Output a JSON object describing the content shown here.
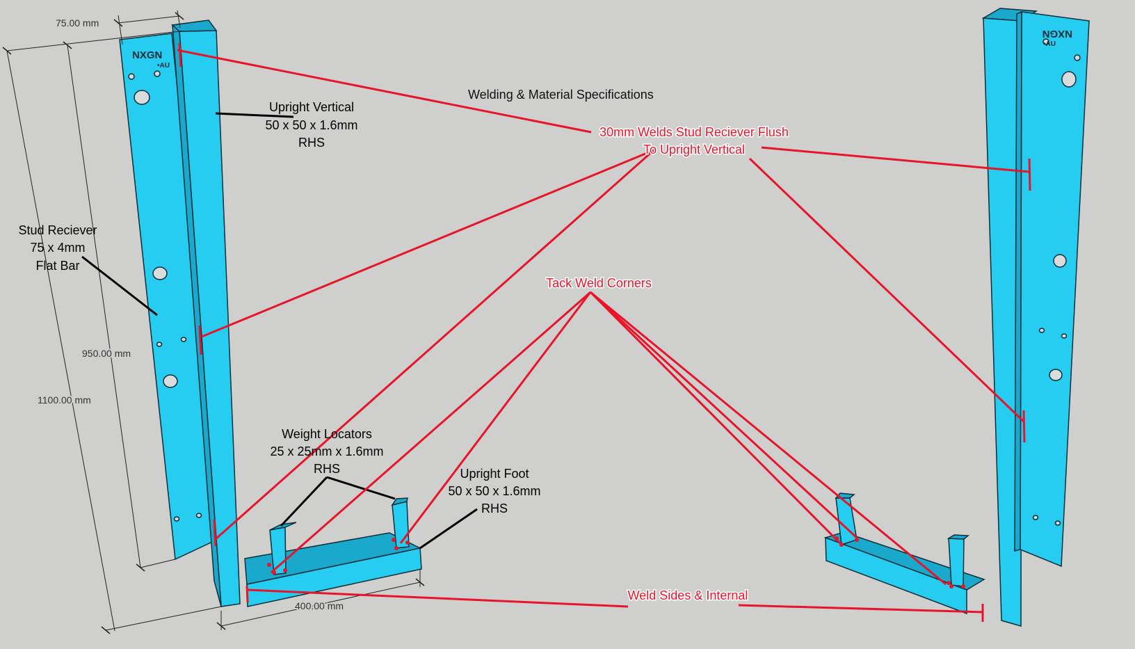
{
  "title": "Welding & Material Specifications",
  "labels": {
    "upright_vertical": [
      "Upright Vertical",
      "50 x 50 x 1.6mm",
      "RHS"
    ],
    "stud_reciever": [
      "Stud Reciever",
      "75 x 4mm",
      "Flat Bar"
    ],
    "weight_locators": [
      "Weight Locators",
      "25 x 25mm x 1.6mm",
      "RHS"
    ],
    "upright_foot": [
      "Upright Foot",
      "50 x 50 x 1.6mm",
      "RHS"
    ]
  },
  "callouts": {
    "welds_flush": [
      "30mm Welds Stud Reciever Flush",
      "To Upright Vertical"
    ],
    "tack_weld": "Tack Weld Corners",
    "weld_sides": "Weld Sides & Internal"
  },
  "dimensions": {
    "width": "75.00 mm",
    "reciever_height": "950.00 mm",
    "total_height": "1100.00 mm",
    "foot_length": "400.00 mm"
  },
  "logo": {
    "left": "NXGN",
    "left_sub": "•AU",
    "right": "NXGN",
    "right_sub": "•AU"
  },
  "colors": {
    "background": "#cfcfcd",
    "steel": "#27cdf0",
    "steel_dark": "#1aa9cc",
    "weld_callout": "#e8142a",
    "leader": "#000000"
  }
}
